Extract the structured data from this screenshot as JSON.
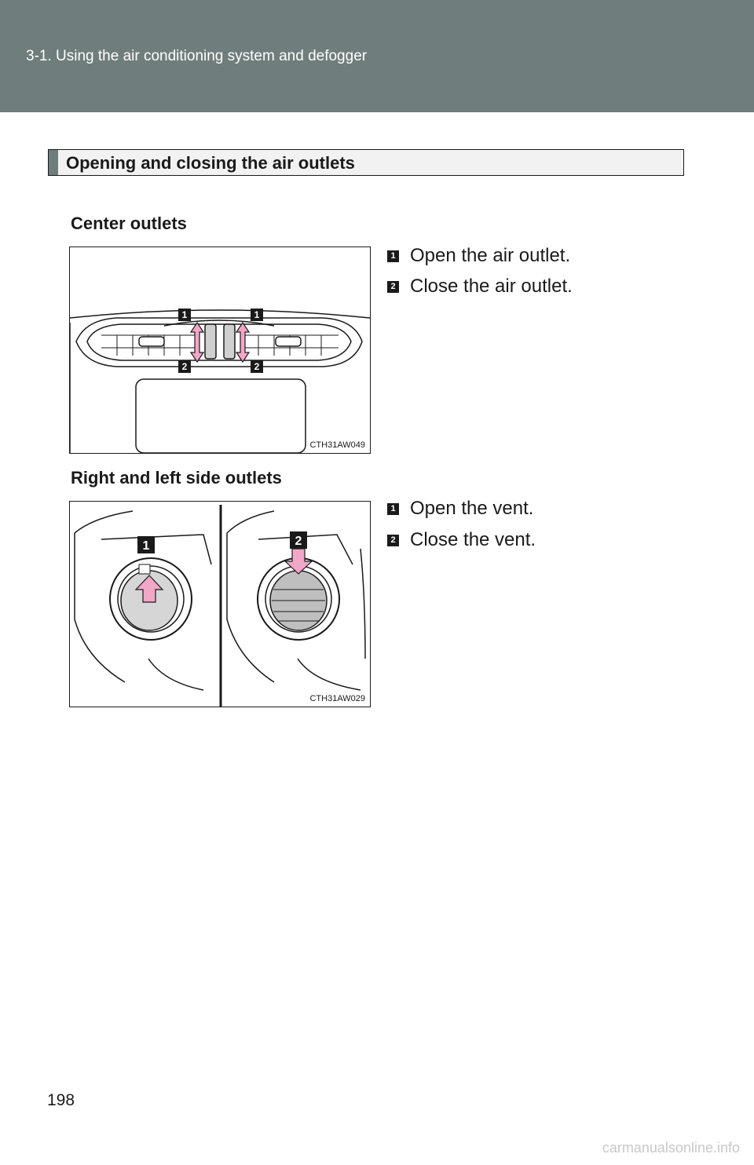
{
  "header": {
    "breadcrumb": "3-1. Using the air conditioning system and defogger"
  },
  "section": {
    "title": "Opening and closing the air outlets"
  },
  "center": {
    "heading": "Center outlets",
    "figure_code": "CTH31AW049",
    "callouts": [
      "1",
      "2"
    ],
    "steps": [
      {
        "num": "1",
        "text": "Open the air outlet."
      },
      {
        "num": "2",
        "text": "Close the air outlet."
      }
    ]
  },
  "side": {
    "heading": "Right and left side outlets",
    "figure_code": "CTH31AW029",
    "callouts": [
      "1",
      "2"
    ],
    "steps": [
      {
        "num": "1",
        "text": "Open the vent."
      },
      {
        "num": "2",
        "text": "Close the vent."
      }
    ]
  },
  "colors": {
    "header": "#6f7e7c",
    "arrow": "#f2a6c8",
    "ink": "#1a1a1a"
  },
  "footer": {
    "page_number": "198",
    "watermark": "carmanualsonline.info"
  }
}
